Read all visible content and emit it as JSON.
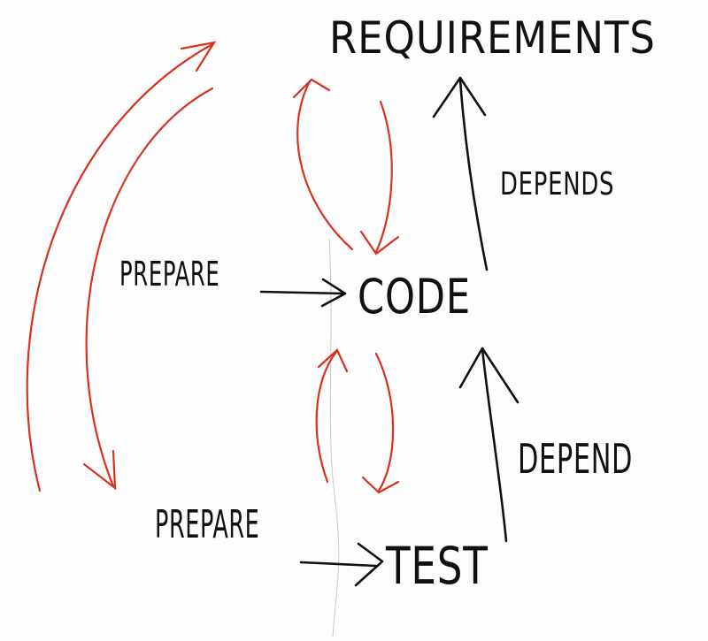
{
  "nodes": {
    "requirements": "Requirements",
    "code": "Code",
    "test": "Test"
  },
  "edges": {
    "code_to_requirements": "Depends",
    "test_to_code": "Depend",
    "prepare_code": "Prepare",
    "prepare_test": "Prepare"
  },
  "colors": {
    "ink": "#111111",
    "feedback": "#d8321e"
  }
}
